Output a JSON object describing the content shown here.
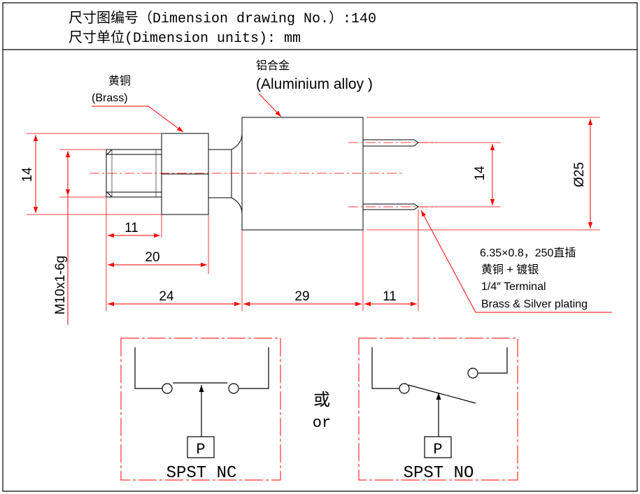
{
  "header": {
    "line1": "尺寸图编号（Dimension drawing No.）:140",
    "line2": "尺寸单位(Dimension units): mm"
  },
  "labels": {
    "brass_cn": "黄铜",
    "brass_en": "(Brass)",
    "alu_cn": "铝合金",
    "alu_en": "(Aluminium alloy )",
    "terminal_line1": "6.35×0.8，250直插",
    "terminal_line2": "黄铜 + 镀银",
    "terminal_line3": "1/4″ Terminal",
    "terminal_line4": "Brass & Silver plating"
  },
  "dimensions": {
    "left_height": "14",
    "thread": "M10x1-6g",
    "d11a": "11",
    "d20": "20",
    "d24": "24",
    "d29": "29",
    "d11b": "11",
    "terminal_spacing": "14",
    "diameter": "Ø25"
  },
  "switches": {
    "or_cn": "或",
    "or_en": "or",
    "nc": {
      "p": "P",
      "label": "SPST NC"
    },
    "no": {
      "p": "P",
      "label": "SPST NO"
    }
  },
  "colors": {
    "red": "#ff0000",
    "black": "#000000"
  }
}
